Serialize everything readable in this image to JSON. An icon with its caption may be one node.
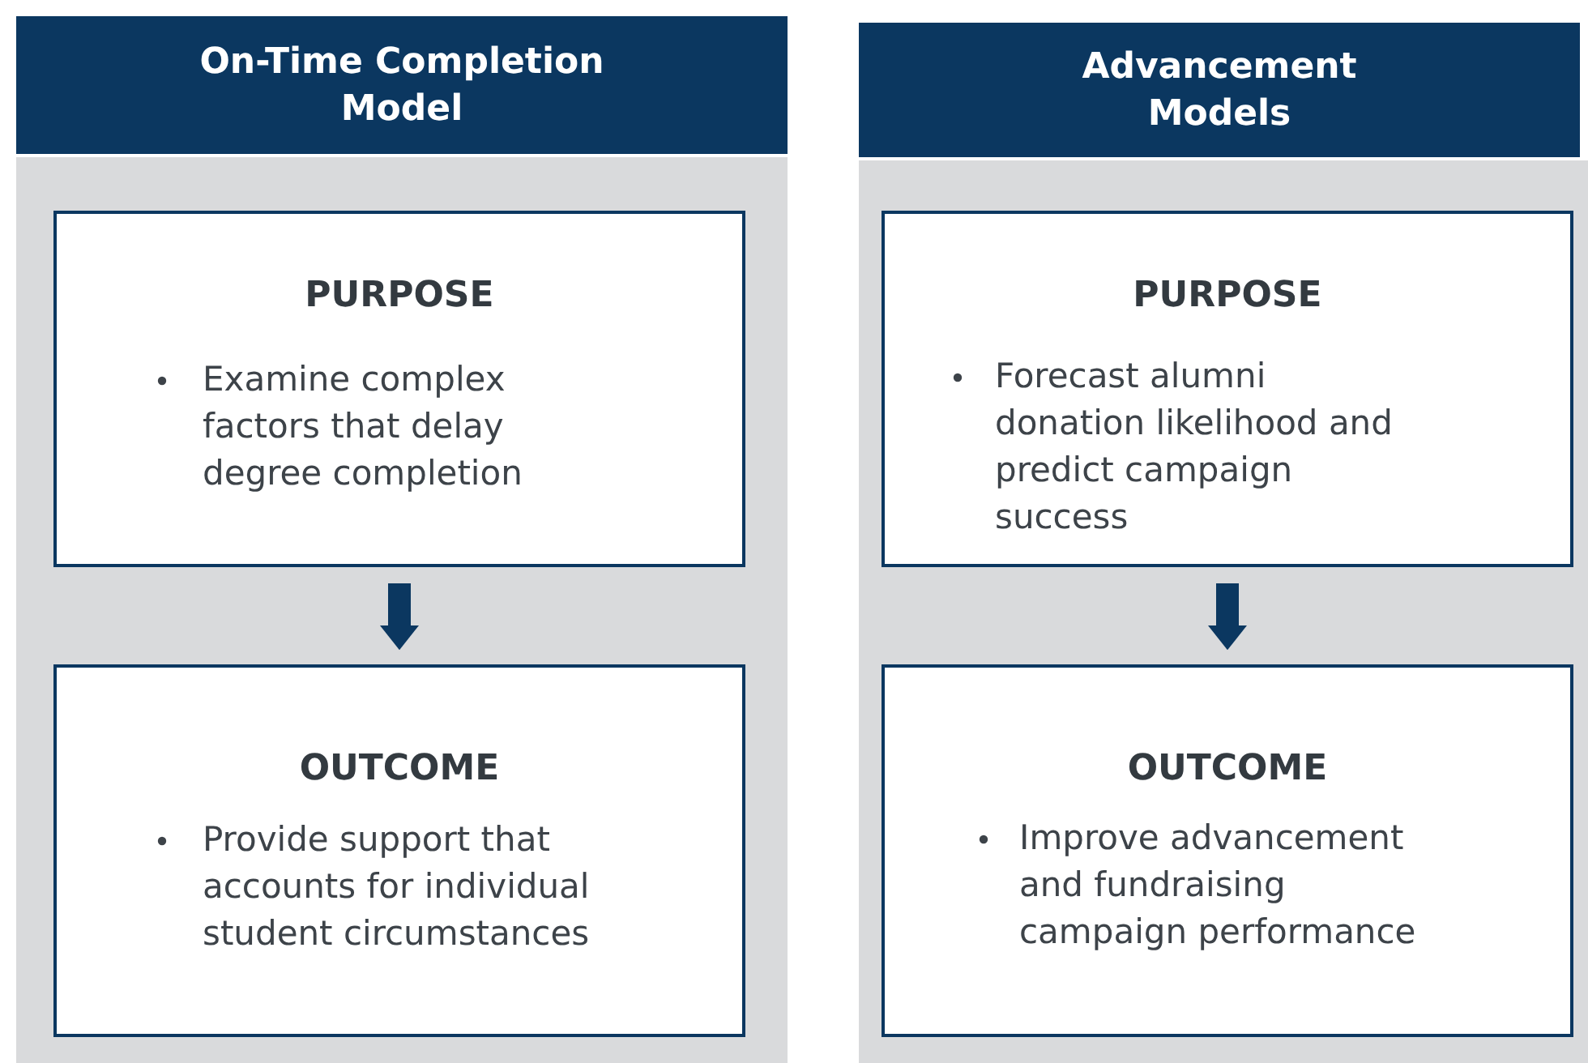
{
  "diagram": {
    "nodes": [
      {
        "text": [
          "On-Time Completion Model"
        ]
      },
      {
        "text": [
          "PURPOSE",
          "Examine complex factors that delay degree completion"
        ]
      },
      {
        "text": [
          "OUTCOME",
          "Provide support that accounts for individual student circumstances"
        ]
      },
      {
        "text": [
          "Advancement Models"
        ]
      },
      {
        "text": [
          "PURPOSE",
          "Forecast alumni donation likelihood and predict campaign success"
        ]
      },
      {
        "text": [
          "OUTCOME",
          "Improve advancement and fundraising campaign performance"
        ]
      }
    ],
    "edges": [
      {
        "from": 1,
        "to": 2,
        "arrow": "to"
      },
      {
        "from": 4,
        "to": 5,
        "arrow": "to"
      }
    ]
  }
}
